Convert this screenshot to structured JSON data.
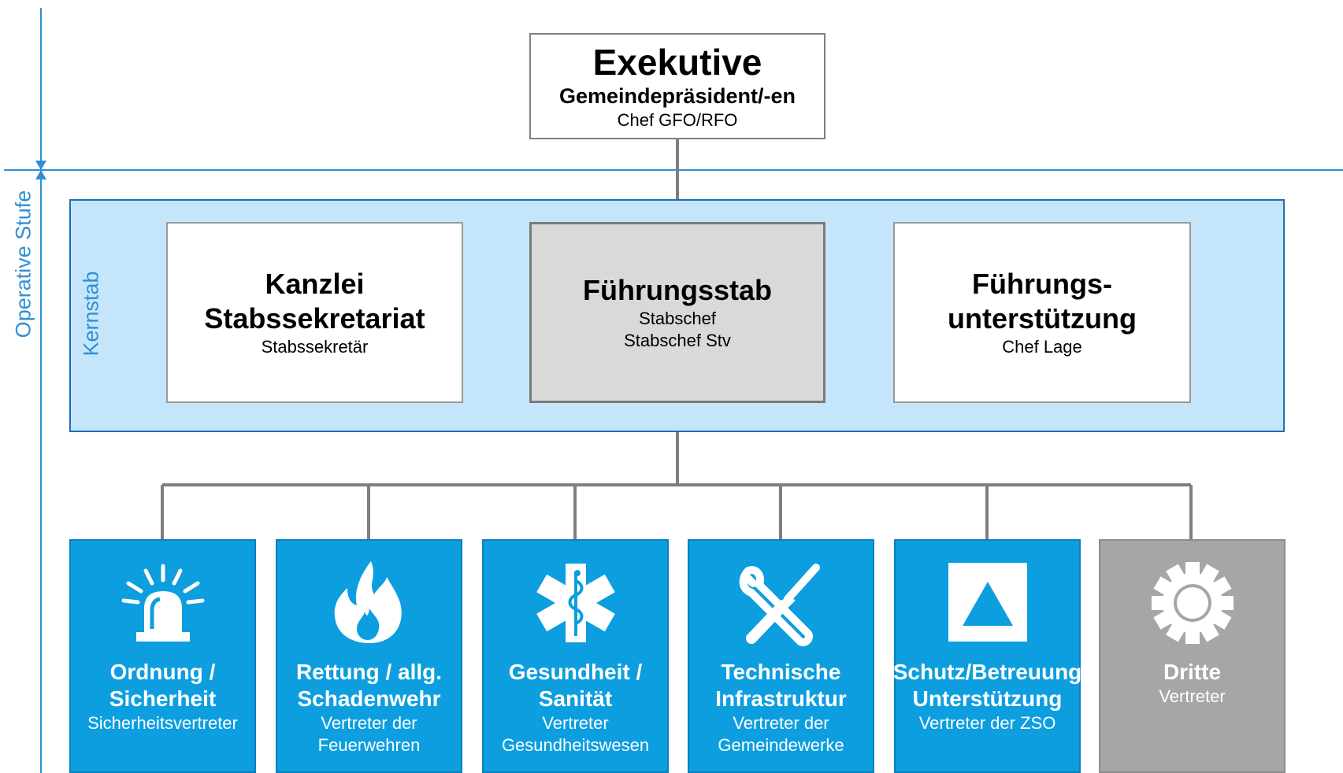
{
  "left_axis": {
    "label": "Operative Stufe"
  },
  "executive": {
    "title": "Exekutive",
    "line1": "Gemeindepräsident/-en",
    "line2": "Chef GFO/RFO"
  },
  "kernstab": {
    "label": "Kernstab",
    "left": {
      "title1": "Kanzlei",
      "title2": "Stabssekretariat",
      "sub": "Stabssekretär"
    },
    "center": {
      "title": "Führungsstab",
      "sub1": "Stabschef",
      "sub2": "Stabschef Stv"
    },
    "right": {
      "title1": "Führungs-",
      "title2": "unterstützung",
      "sub": "Chef Lage"
    }
  },
  "departments": [
    {
      "icon": "siren-icon",
      "name1": "Ordnung /",
      "name2": "Sicherheit",
      "sub1": "Sicherheitsvertreter",
      "sub2": ""
    },
    {
      "icon": "fire-icon",
      "name1": "Rettung / allg.",
      "name2": "Schadenwehr",
      "sub1": "Vertreter der",
      "sub2": "Feuerwehren"
    },
    {
      "icon": "star-of-life-icon",
      "name1": "Gesundheit /",
      "name2": "Sanität",
      "sub1": "Vertreter",
      "sub2": "Gesundheitswesen"
    },
    {
      "icon": "tools-icon",
      "name1": "Technische",
      "name2": "Infrastruktur",
      "sub1": "Vertreter der",
      "sub2": "Gemeindewerke"
    },
    {
      "icon": "civil-protection-icon",
      "name1": "Schutz/Betreuung",
      "name2": "Unterstützung",
      "sub1": "Vertreter der ZSO",
      "sub2": ""
    },
    {
      "icon": "gear-icon",
      "name1": "Dritte",
      "name2": "",
      "sub1": "Vertreter",
      "sub2": ""
    }
  ],
  "colors": {
    "dept_blue": "#0d9ee0",
    "dept_gray": "#a6a6a6",
    "kernstab_fill": "#c5e6fa",
    "axis_blue": "#2f8fd5",
    "connector": "#7f7f7f"
  }
}
